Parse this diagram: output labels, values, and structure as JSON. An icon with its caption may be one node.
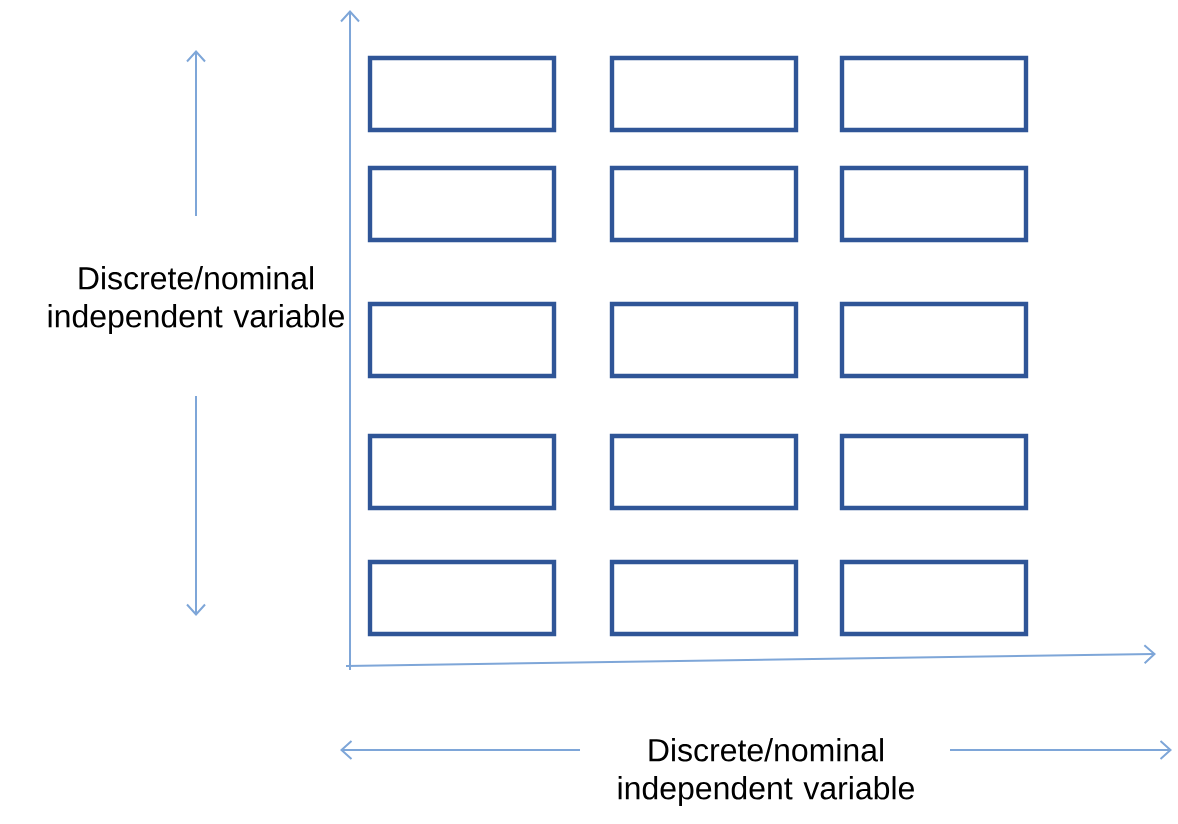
{
  "diagram": {
    "nodes": [
      {
        "text": [],
        "shape": "box"
      },
      {
        "text": [],
        "shape": "box"
      },
      {
        "text": [],
        "shape": "box"
      },
      {
        "text": [],
        "shape": "box"
      },
      {
        "text": [],
        "shape": "box"
      },
      {
        "text": [],
        "shape": "box"
      },
      {
        "text": [],
        "shape": "box"
      },
      {
        "text": [],
        "shape": "box"
      },
      {
        "text": [],
        "shape": "box"
      },
      {
        "text": [],
        "shape": "box"
      },
      {
        "text": [],
        "shape": "box"
      },
      {
        "text": [],
        "shape": "box"
      },
      {
        "text": [],
        "shape": "box"
      },
      {
        "text": [],
        "shape": "box"
      },
      {
        "text": [],
        "shape": "box"
      }
    ],
    "labels": [
      "Discrete/nominal independent variable",
      "Discrete/nominal independent variable"
    ]
  }
}
